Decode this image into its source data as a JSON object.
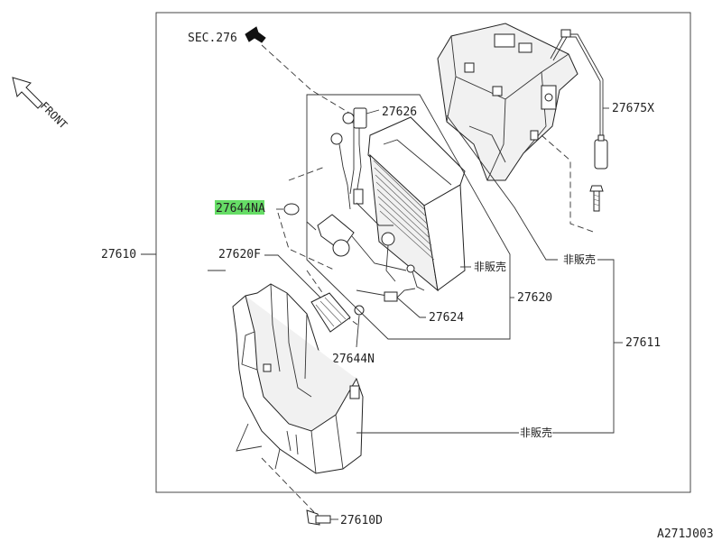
{
  "diagram": {
    "labels": {
      "sec": "SEC.276",
      "front": "FRONT",
      "p27626": "27626",
      "p27675x": "27675X",
      "p27644na": "27644NA",
      "p27610": "27610",
      "p27620f": "27620F",
      "hihanbai_1": "非販売",
      "hihanbai_2": "非販売",
      "hihanbai_3": "非販売",
      "p27620": "27620",
      "p27624": "27624",
      "p27611": "27611",
      "p27644n": "27644N",
      "p27610d": "27610D",
      "ref_code": "A271J003"
    },
    "highlight_color": "#66dd66"
  }
}
